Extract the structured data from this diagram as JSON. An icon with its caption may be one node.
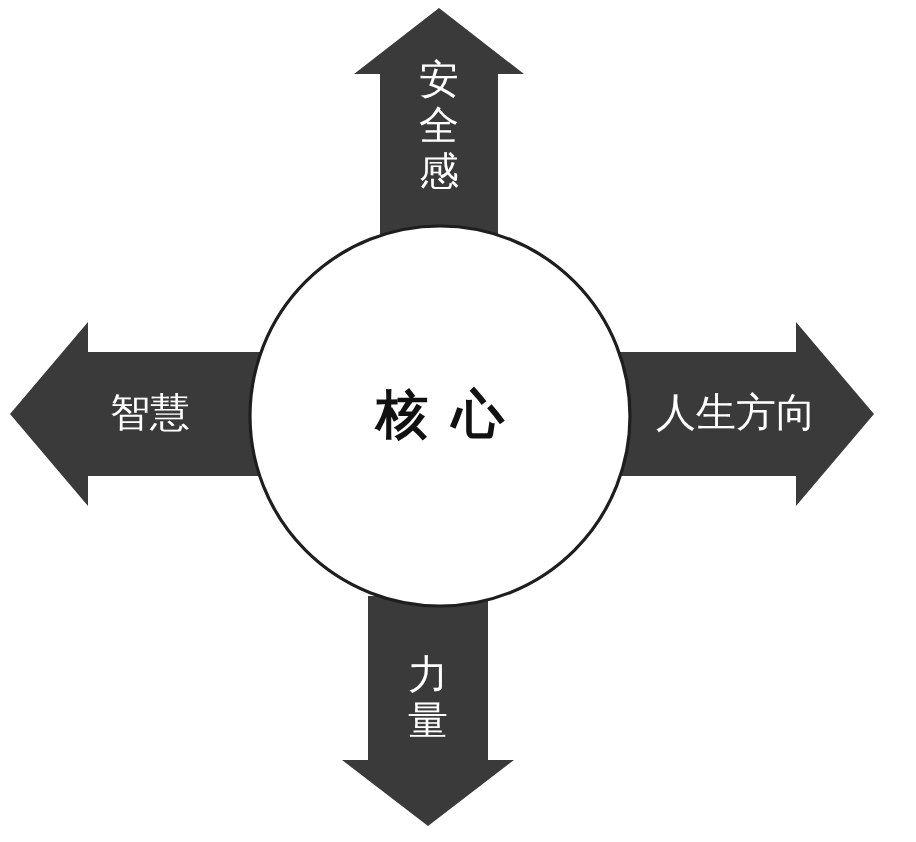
{
  "diagram": {
    "nodes": [
      {
        "text": [
          "安全感"
        ]
      },
      {
        "text": [
          "智慧"
        ]
      },
      {
        "text": [
          "核心"
        ]
      },
      {
        "text": [
          "人生方向"
        ]
      },
      {
        "text": [
          "力量"
        ]
      }
    ]
  }
}
